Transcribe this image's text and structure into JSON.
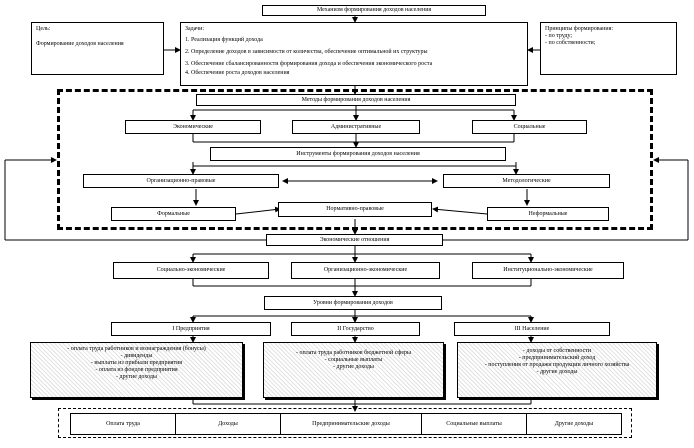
{
  "title": "Механизм формирования доходов населения",
  "goal": {
    "label": "Цель:",
    "text": "Формирование доходов населения"
  },
  "tasks": {
    "label": "Задачи:",
    "items": [
      "1. Реализация функций дохода",
      "2. Определение доходов в зависимости от количества, обеспечение оптимальной их структуры",
      "3. Обеспечение сбалансированности формирования дохода и обеспечения экономического роста",
      "4. Обеспечение роста доходов населения"
    ]
  },
  "principles": {
    "label": "Принципы формирования:",
    "items": [
      "- по труду;",
      "- по собственности;"
    ]
  },
  "methods": {
    "title": "Методы формирования доходов населения",
    "items": [
      "Экономические",
      "Административные",
      "Социальные"
    ]
  },
  "instruments": {
    "title": "Инструменты формирования доходов населения",
    "left": "Организационно-правовые",
    "right": "Методологические",
    "center": "Нормативно-правовые",
    "bottom_left": "Формальные",
    "bottom_right": "Неформальные"
  },
  "relations": {
    "title": "Экономические отношения",
    "items": [
      "Социально-экономические",
      "Организационно-экономические",
      "Институционально-экономические"
    ]
  },
  "levels": {
    "title": "Уровни формирования доходов",
    "columns": [
      {
        "name": "I Предприятия",
        "items": [
          "- оплата труда работников и вознаграждения (бонусы)",
          "- дивиденды",
          "- выплаты из прибыли предприятия",
          "- оплата из фондов предприятия",
          "- другие доходы"
        ]
      },
      {
        "name": "II Государство",
        "items": [
          "- оплата труда работников бюджетной сферы",
          "- социальные выплаты",
          "- другие доходы"
        ]
      },
      {
        "name": "III Население",
        "items": [
          "- доходы от собственности",
          "- предпринимательский доход",
          "- поступления от продажи продукции личного хозяйства",
          "- другие доходы"
        ]
      }
    ]
  },
  "income_types": [
    "Оплата труда",
    "Доходы",
    "Предпринимательские доходы",
    "Социальные выплаты",
    "Другие доходы"
  ]
}
